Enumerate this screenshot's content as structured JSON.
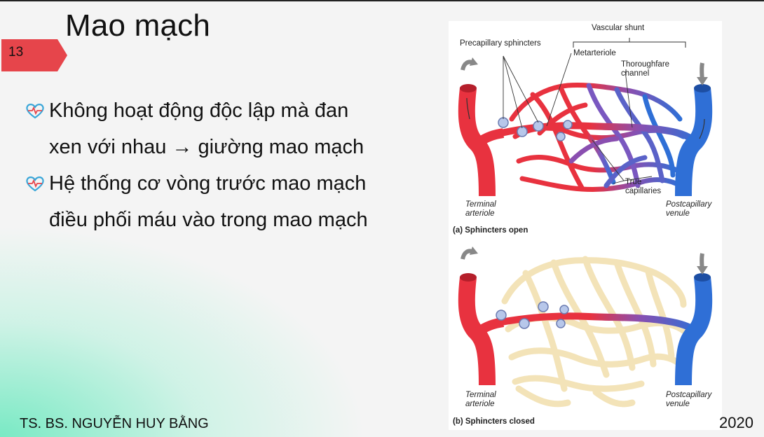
{
  "slide": {
    "title": "Mao mạch",
    "number": "13",
    "bullets": [
      {
        "lines": [
          "Không hoạt động độc lập mà đan",
          "xen với nhau → giường mao mạch"
        ]
      },
      {
        "lines": [
          "Hệ thống cơ vòng trước mao mạch",
          "điều phối máu vào trong mao mạch"
        ]
      }
    ],
    "footer_author": "TS. BS. NGUYỄN HUY BẰNG",
    "footer_year": "2020"
  },
  "figure": {
    "labels": {
      "vascular_shunt": "Vascular shunt",
      "precapillary_sphincters": "Precapillary sphincters",
      "metarteriole": "Metarteriole",
      "thoroughfare_channel": "Thoroughfare channel",
      "true_capillaries": "True capillaries",
      "terminal_arteriole": "Terminal arteriole",
      "postcapillary_venule": "Postcapillary venule"
    },
    "captions": {
      "a": "(a) Sphincters open",
      "b": "(b) Sphincters closed"
    }
  },
  "colors": {
    "artery": "#e8323f",
    "vein": "#2f6fd6",
    "number_tag": "#e6454b",
    "gradient_green": "#59e6b4"
  },
  "icons": {
    "bullet": "heart-pulse-icon"
  }
}
